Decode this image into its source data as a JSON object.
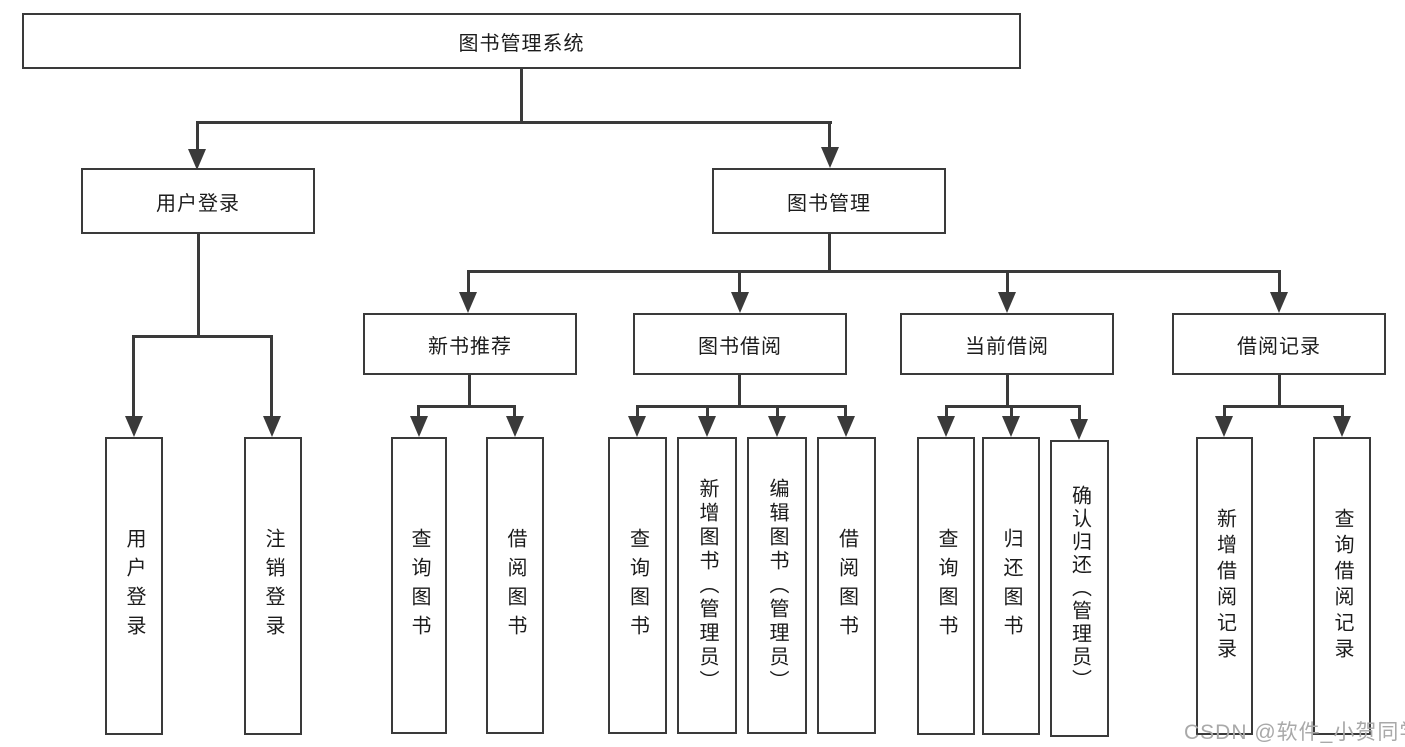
{
  "diagram_title": "图书管理系统",
  "colors": {
    "line": "#3a3a3a",
    "box_background": "#ffffff",
    "text": "#1c1c1c",
    "watermark": "#a9a9a9"
  },
  "tree": {
    "root": {
      "label": "图书管理系统"
    },
    "branches": [
      {
        "label": "用户登录",
        "children": [
          {
            "label": "用户登录"
          },
          {
            "label": "注销登录"
          }
        ]
      },
      {
        "label": "图书管理",
        "children": [
          {
            "label": "新书推荐",
            "children": [
              {
                "label": "查询图书"
              },
              {
                "label": "借阅图书"
              }
            ]
          },
          {
            "label": "图书借阅",
            "children": [
              {
                "label": "查询图书"
              },
              {
                "label": "新增图书（管理员）"
              },
              {
                "label": "编辑图书（管理员）"
              },
              {
                "label": "借阅图书"
              }
            ]
          },
          {
            "label": "当前借阅",
            "children": [
              {
                "label": "查询图书"
              },
              {
                "label": "归还图书"
              },
              {
                "label": "确认归还（管理员）"
              }
            ]
          },
          {
            "label": "借阅记录",
            "children": [
              {
                "label": "新增借阅记录"
              },
              {
                "label": "查询借阅记录"
              }
            ]
          }
        ]
      }
    ]
  },
  "watermark": {
    "text": "CSDN @软件_小贺同学"
  }
}
